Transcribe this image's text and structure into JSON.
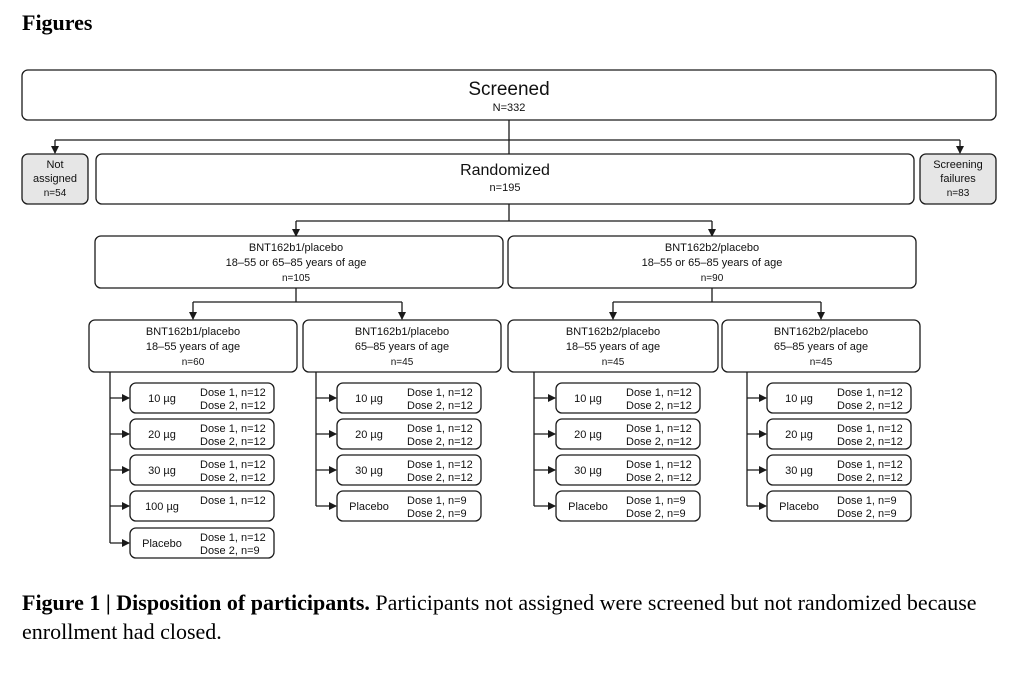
{
  "heading": "Figures",
  "screened": {
    "title": "Screened",
    "count": "N=332"
  },
  "not_assigned": {
    "line1": "Not",
    "line2": "assigned",
    "count": "n=54"
  },
  "randomized": {
    "title": "Randomized",
    "count": "n=195"
  },
  "screening_failures": {
    "line1": "Screening",
    "line2": "failures",
    "count": "n=83"
  },
  "arms": [
    {
      "title": "BNT162b1/placebo",
      "ages": "18–55 or 65–85 years of age",
      "count": "n=105",
      "groups": [
        {
          "title": "BNT162b1/placebo",
          "ages": "18–55 years of age",
          "count": "n=60",
          "doses": [
            {
              "label": "10 µg",
              "d1": "Dose 1, n=12",
              "d2": "Dose 2, n=12"
            },
            {
              "label": "20 µg",
              "d1": "Dose 1, n=12",
              "d2": "Dose 2, n=12"
            },
            {
              "label": "30 µg",
              "d1": "Dose 1, n=12",
              "d2": "Dose 2, n=12"
            },
            {
              "label": "100 µg",
              "d1": "Dose 1, n=12",
              "d2": ""
            },
            {
              "label": "Placebo",
              "d1": "Dose 1, n=12",
              "d2": "Dose 2, n=9"
            }
          ]
        },
        {
          "title": "BNT162b1/placebo",
          "ages": "65–85 years of age",
          "count": "n=45",
          "doses": [
            {
              "label": "10 µg",
              "d1": "Dose 1, n=12",
              "d2": "Dose 2, n=12"
            },
            {
              "label": "20 µg",
              "d1": "Dose 1, n=12",
              "d2": "Dose 2, n=12"
            },
            {
              "label": "30 µg",
              "d1": "Dose 1, n=12",
              "d2": "Dose 2, n=12"
            },
            {
              "label": "Placebo",
              "d1": "Dose 1, n=9",
              "d2": "Dose 2, n=9"
            }
          ]
        }
      ]
    },
    {
      "title": "BNT162b2/placebo",
      "ages": "18–55 or 65–85 years of age",
      "count": "n=90",
      "groups": [
        {
          "title": "BNT162b2/placebo",
          "ages": "18–55 years of age",
          "count": "n=45",
          "doses": [
            {
              "label": "10 µg",
              "d1": "Dose 1, n=12",
              "d2": "Dose 2, n=12"
            },
            {
              "label": "20 µg",
              "d1": "Dose 1, n=12",
              "d2": "Dose 2, n=12"
            },
            {
              "label": "30 µg",
              "d1": "Dose 1, n=12",
              "d2": "Dose 2, n=12"
            },
            {
              "label": "Placebo",
              "d1": "Dose 1, n=9",
              "d2": "Dose 2, n=9"
            }
          ]
        },
        {
          "title": "BNT162b2/placebo",
          "ages": "65–85 years of age",
          "count": "n=45",
          "doses": [
            {
              "label": "10 µg",
              "d1": "Dose 1, n=12",
              "d2": "Dose 2, n=12"
            },
            {
              "label": "20 µg",
              "d1": "Dose 1, n=12",
              "d2": "Dose 2, n=12"
            },
            {
              "label": "30 µg",
              "d1": "Dose 1, n=12",
              "d2": "Dose 2, n=12"
            },
            {
              "label": "Placebo",
              "d1": "Dose 1, n=9",
              "d2": "Dose 2, n=9"
            }
          ]
        }
      ]
    }
  ],
  "caption": {
    "lead": "Figure 1 | Disposition of participants.",
    "text": "Participants not assigned were screened but not randomized because enrollment had closed."
  },
  "colors": {
    "box_stroke": "#1a1a1a",
    "side_fill": "#e6e6e6",
    "line": "#1a1a1a"
  }
}
